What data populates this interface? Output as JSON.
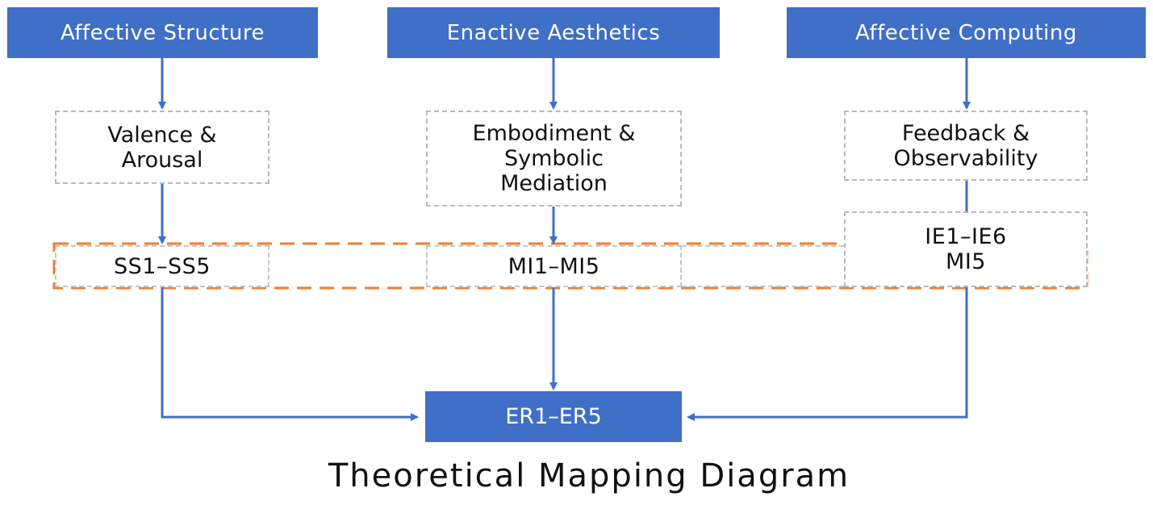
{
  "top_boxes": [
    {
      "label": "Affective Structure"
    },
    {
      "label": "Enactive Aesthetics"
    },
    {
      "label": "Affective Computing"
    }
  ],
  "concept_boxes": [
    {
      "label": "Valence &\nArousal"
    },
    {
      "label": "Embodiment &\nSymbolic\nMediation"
    },
    {
      "label": "Feedback &\nObservability"
    }
  ],
  "item_boxes": [
    {
      "label": "SS1–SS5"
    },
    {
      "label": "MI1–MI5"
    },
    {
      "label": "IE1–IE6\nMI5"
    }
  ],
  "outcome": {
    "label": "ER1–ER5"
  },
  "title": "Theoretical Mapping Diagram",
  "colors": {
    "box_fill": "#3f6fc6",
    "connector": "#3f6fc6",
    "highlight_dash": "#ee7d2f",
    "box_dash": "#b9b9b9"
  }
}
